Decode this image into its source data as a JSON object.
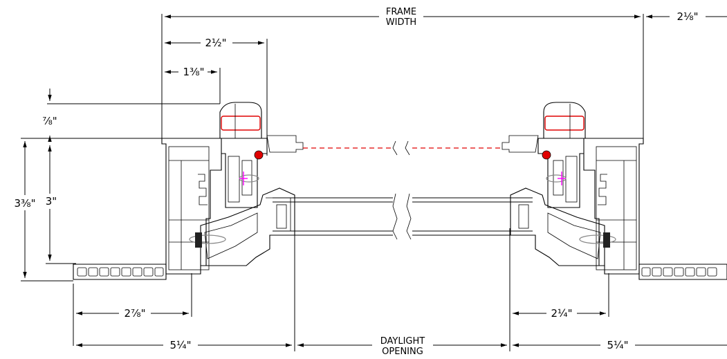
{
  "labels": {
    "frame_width": [
      "FRAME",
      "WIDTH"
    ],
    "right_offset": "2⅛\"",
    "sash_depth": "2½\"",
    "lock_offset": "1⅜\"",
    "top_offset": "⅞\"",
    "overall_height": "3⅜\"",
    "frame_height": "3\"",
    "left_flange": "2⅞\"",
    "right_flange": "2¼\"",
    "left_overall": "5¼\"",
    "right_overall": "5¼\"",
    "daylight_opening": [
      "DAYLIGHT",
      "OPENING"
    ]
  },
  "colors": {
    "line": "#000000",
    "lock_highlight": "#e00000",
    "hidden_line": "#e00000",
    "screw_marker": "#ff00ff",
    "fastener": "#888888"
  }
}
